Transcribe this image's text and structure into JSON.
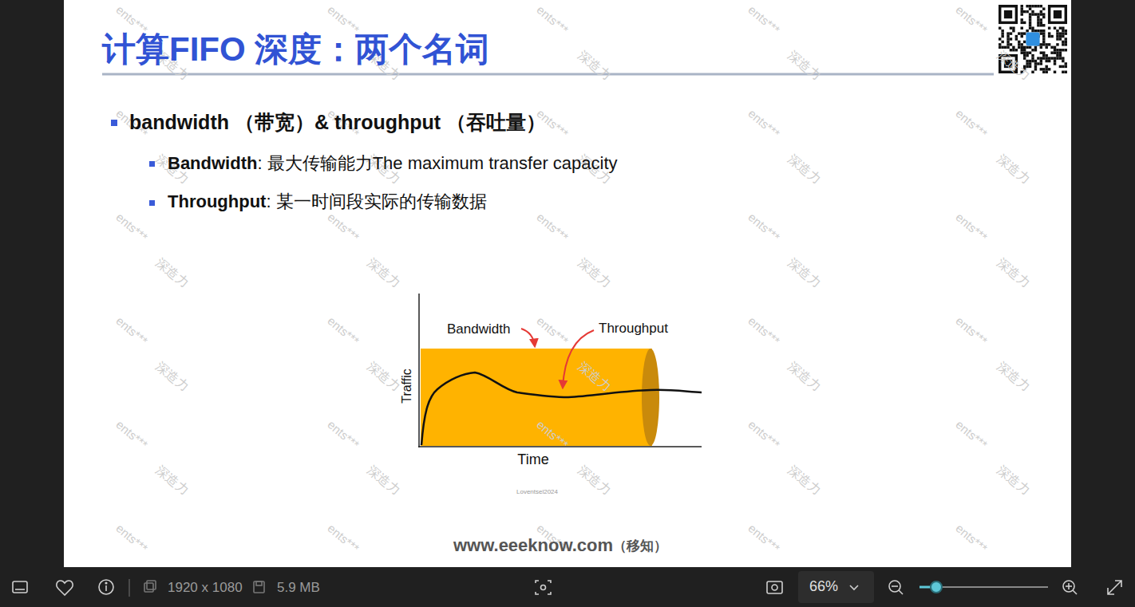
{
  "diagram": {
    "title": "计算FIFO 深度：两个名词",
    "labels": [
      "bandwidth （带宽）& throughput （吞吐量）",
      "Bandwidth",
      ": 最大传输能力The maximum transfer capacity",
      "Throughput",
      ": 某一时间段实际的传输数据",
      "Bandwidth",
      "Throughput",
      "Traffic",
      "Time",
      "Loventsel2024",
      "www.eeeknow.com",
      "（移知）",
      "1920 x 1080",
      "5.9 MB",
      "66%",
      "ents***",
      "ents***",
      "ents***",
      "ents***",
      "ents***",
      "深造力",
      "深造力",
      "深造力",
      "深造力",
      "深造力",
      "ents***",
      "ents***",
      "ents***",
      "ents***",
      "ents***",
      "深造力",
      "深造力",
      "深造力",
      "深造力",
      "深造力",
      "ents***",
      "ents***",
      "ents***",
      "ents***",
      "ents***",
      "深造力",
      "深造力",
      "深造力",
      "深造力",
      "深造力",
      "ents***",
      "ents***",
      "ents***",
      "ents***",
      "ents***",
      "深造力",
      "深造力",
      "深造力",
      "深造力",
      "深造力",
      "ents***",
      "ents***",
      "ents***",
      "ents***",
      "ents***",
      "深造力",
      "深造力",
      "深造力",
      "深造力",
      "深造力",
      "ents***",
      "ents***",
      "ents***",
      "ents***",
      "ents***"
    ]
  }
}
